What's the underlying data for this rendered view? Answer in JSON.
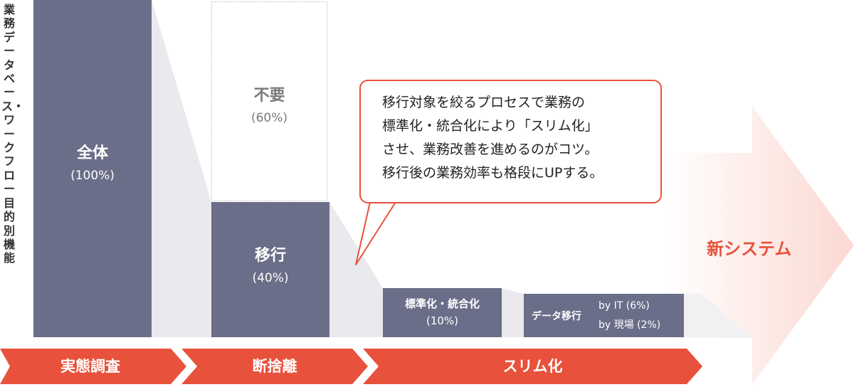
{
  "axis_label": "業務データベース・ワークフロー目的別機能",
  "bars": {
    "all": {
      "title": "全体",
      "percent": "(100%)",
      "value": 100
    },
    "unneeded": {
      "title": "不要",
      "percent": "(60%)",
      "value": 60
    },
    "migration": {
      "title": "移行",
      "percent": "(40%)",
      "value": 40
    },
    "standardization": {
      "title": "標準化・統合化",
      "percent": "(10%)",
      "value": 10
    },
    "data_migration": {
      "title": "データ移行",
      "by_it": "by IT (6%)",
      "by_genba": "by 現場 (2%)",
      "value_it": 6,
      "value_genba": 2
    }
  },
  "callout": {
    "lines": [
      "移行対象を絞るプロセスで業務の",
      "標準化・統合化により「スリム化」",
      "させ、業務改善を進めるのがコツ。",
      "移行後の業務効率も格段にUPする。"
    ]
  },
  "target": {
    "label": "新システム"
  },
  "phases": [
    "実態調査",
    "断捨離",
    "スリム化"
  ],
  "colors": {
    "bar": "#6a6e88",
    "funnel": "#e9e9ee",
    "accent": "#e8513b",
    "arrow_gradient_start": "#ffffff",
    "arrow_gradient_end": "#fbd8d1"
  }
}
